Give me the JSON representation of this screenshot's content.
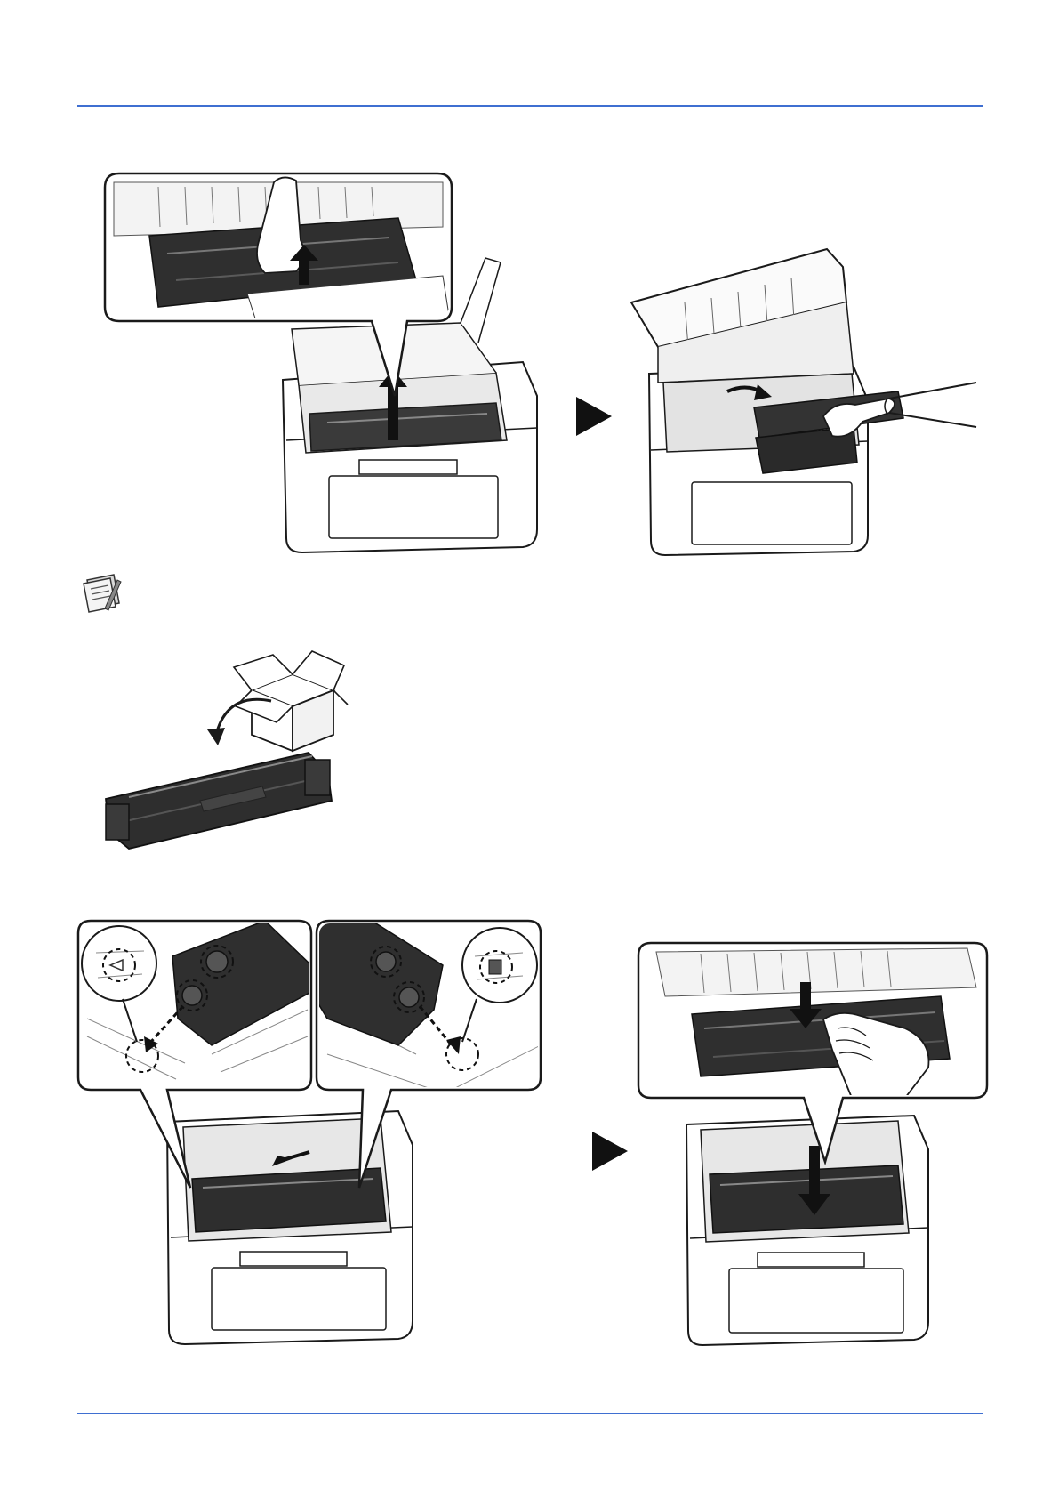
{
  "page": {
    "rule_color": "#3f6fd1",
    "ink_color": "#1a1a1a"
  },
  "icons": {
    "note": "note-pad-icon",
    "step_arrow": "play-triangle-icon"
  },
  "illustrations": [
    "printer-open-lift-drum-callout",
    "printer-remove-drum-with-hand",
    "new-drum-from-box",
    "printer-insert-drum-dual-callouts",
    "printer-press-drum-down-callout"
  ]
}
